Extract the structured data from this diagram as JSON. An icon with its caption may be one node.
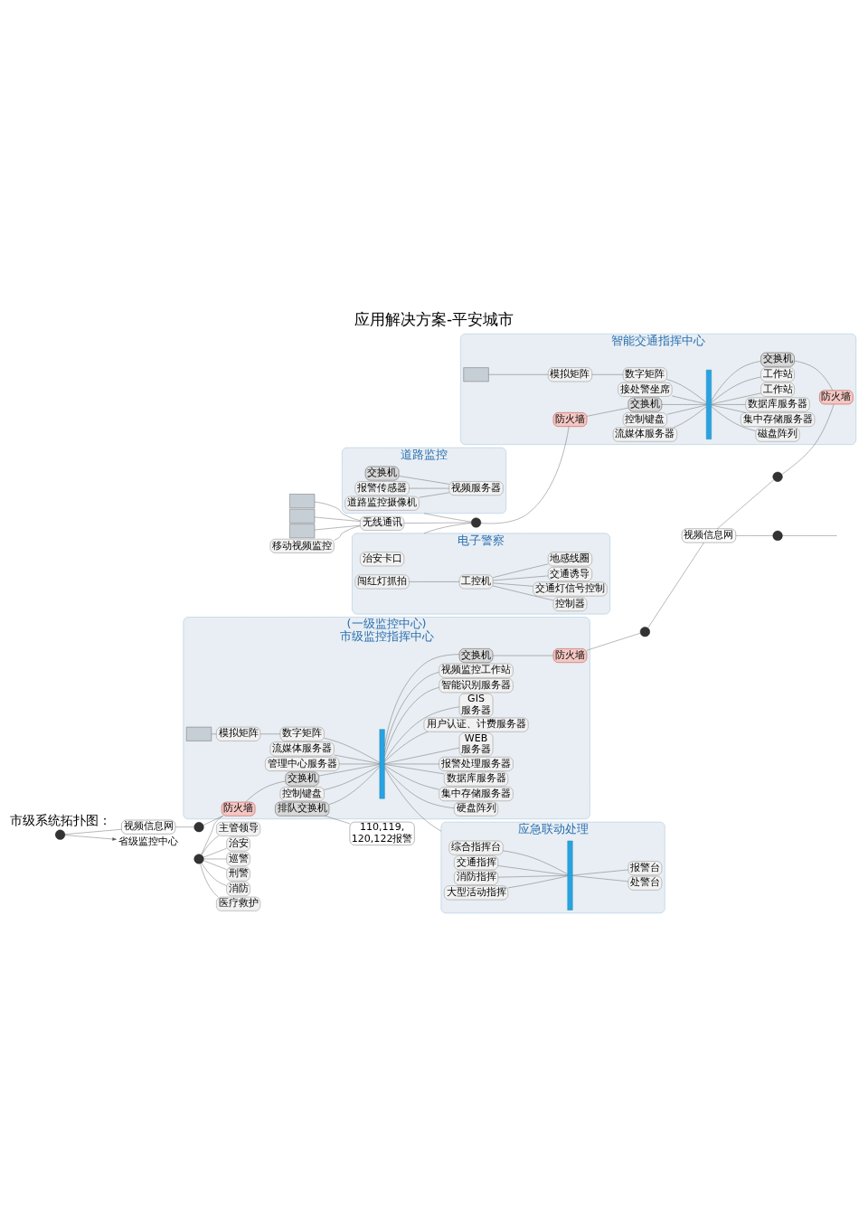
{
  "diagram": {
    "title": "应用解决方案-平安城市",
    "nodes": [
      {
        "text": [
          "(一级监控中心)",
          "市级监控指挥中心"
        ]
      },
      {
        "text": [
          "防火墙"
        ],
        "in": 0
      },
      {
        "text": [
          "交换机"
        ],
        "in": 0
      },
      {
        "text": [],
        "shape": "bar",
        "in": 0
      },
      {
        "text": [
          "流媒体服务器"
        ],
        "in": 0
      },
      {
        "text": [
          "管理中心服务器"
        ],
        "in": 0
      },
      {
        "text": [
          "数字矩阵"
        ],
        "in": 0
      },
      {
        "text": [
          "模拟矩阵"
        ],
        "in": 0
      },
      {
        "text": [],
        "shape": "box",
        "in": 0
      },
      {
        "text": [
          "控制键盘"
        ],
        "in": 0
      },
      {
        "text": [
          "排队交换机"
        ],
        "in": 0
      },
      {
        "text": [
          "硬盘阵列"
        ],
        "in": 0
      },
      {
        "text": [
          "集中存储服务器"
        ],
        "in": 0
      },
      {
        "text": [
          "数据库服务器"
        ],
        "in": 0
      },
      {
        "text": [
          "报警处理服务器"
        ],
        "in": 0
      },
      {
        "text": [
          "WEB 服务器"
        ],
        "in": 0
      },
      {
        "text": [
          "用户认证、计费服务器"
        ],
        "in": 0
      },
      {
        "text": [
          "GIS 服务器"
        ],
        "in": 0
      },
      {
        "text": [
          "智能识别服务器"
        ],
        "in": 0
      },
      {
        "text": [
          "视频监控工作站"
        ],
        "in": 0
      },
      {
        "text": [
          "交换机"
        ],
        "in": 0
      },
      {
        "text": [
          "防火墙"
        ],
        "in": 0
      },
      {
        "text": [
          "110,119, 120,122报警"
        ]
      },
      {
        "text": [
          "视频信息网"
        ]
      },
      {
        "text": [],
        "shape": "circle"
      },
      {
        "text": [],
        "shape": "circle"
      },
      {
        "text": [
          "省级监控中心"
        ]
      },
      {
        "text": [],
        "shape": "circle"
      },
      {
        "text": [
          "主管领导"
        ]
      },
      {
        "text": [
          "治安"
        ]
      },
      {
        "text": [
          "巡警"
        ]
      },
      {
        "text": [
          "刑警"
        ]
      },
      {
        "text": [
          "消防"
        ]
      },
      {
        "text": [
          "医疗救护"
        ]
      },
      {
        "text": [
          "应急联动处理"
        ]
      },
      {
        "text": [
          "综合指挥台"
        ],
        "in": 34
      },
      {
        "text": [
          "交通指挥"
        ],
        "in": 34
      },
      {
        "text": [
          "消防指挥"
        ],
        "in": 34
      },
      {
        "text": [
          "大型活动指挥"
        ],
        "in": 34
      },
      {
        "text": [],
        "shape": "bar",
        "in": 34
      },
      {
        "text": [
          "处警台"
        ],
        "in": 34
      },
      {
        "text": [
          "报警台"
        ],
        "in": 34
      },
      {
        "text": [
          "视频信息网"
        ]
      },
      {
        "text": [],
        "shape": "circle"
      },
      {
        "text": [],
        "shape": "circle"
      },
      {
        "text": [],
        "shape": "circle"
      },
      {
        "text": [
          "道路监控"
        ]
      },
      {
        "text": [
          "道路监控摄像机"
        ],
        "in": 46
      },
      {
        "text": [
          "交换机"
        ],
        "in": 46
      },
      {
        "text": [
          "视频服务器"
        ],
        "in": 46
      },
      {
        "text": [
          "报警传感器"
        ],
        "in": 46
      },
      {
        "text": [],
        "shape": "box"
      },
      {
        "text": [],
        "shape": "box"
      },
      {
        "text": [],
        "shape": "box"
      },
      {
        "text": [
          "移动视频监控"
        ]
      },
      {
        "text": [
          "无线通讯"
        ]
      },
      {
        "text": [],
        "shape": "circle"
      },
      {
        "text": [
          "电子警察"
        ]
      },
      {
        "text": [
          "治安卡口"
        ],
        "in": 57
      },
      {
        "text": [
          "工控机"
        ],
        "in": 57
      },
      {
        "text": [
          "闯红灯抓拍"
        ],
        "in": 57
      },
      {
        "text": [
          "控制器"
        ],
        "in": 57
      },
      {
        "text": [
          "交通灯信号控制"
        ],
        "in": 57
      },
      {
        "text": [
          "交通诱导"
        ],
        "in": 57
      },
      {
        "text": [
          "地感线圈"
        ],
        "in": 57
      },
      {
        "text": [
          "智能交通指挥中心"
        ]
      },
      {
        "text": [
          "防火墙"
        ],
        "in": 65
      },
      {
        "text": [
          "交换机"
        ],
        "in": 65
      },
      {
        "text": [],
        "shape": "bar",
        "in": 65
      },
      {
        "text": [
          "接处警坐席"
        ],
        "in": 65
      },
      {
        "text": [
          "数字矩阵"
        ],
        "in": 65
      },
      {
        "text": [
          "模拟矩阵"
        ],
        "in": 65
      },
      {
        "text": [],
        "shape": "box",
        "in": 65
      },
      {
        "text": [
          "控制键盘"
        ],
        "in": 65
      },
      {
        "text": [
          "流媒体服务器"
        ],
        "in": 65
      },
      {
        "text": [
          "磁盘阵列"
        ],
        "in": 65
      },
      {
        "text": [
          "集中存储服务器"
        ],
        "in": 65
      },
      {
        "text": [
          "数据库服务器"
        ],
        "in": 65
      },
      {
        "text": [
          "工作站"
        ],
        "in": 65
      },
      {
        "text": [
          "工作站"
        ],
        "in": 65
      },
      {
        "text": [
          "交换机"
        ],
        "in": 65
      },
      {
        "text": [
          "防火墙"
        ],
        "in": 65
      }
    ],
    "edges": [
      {
        "from": 24,
        "to": 26,
        "arrow": "to"
      },
      {
        "from": 24,
        "to": 23,
        "arrow": "none"
      },
      {
        "from": 23,
        "to": 25,
        "arrow": "none"
      },
      {
        "from": 25,
        "to": 1,
        "arrow": "none"
      },
      {
        "from": 27,
        "to": 1,
        "arrow": "none"
      },
      {
        "from": 27,
        "to": 28,
        "arrow": "none"
      },
      {
        "from": 27,
        "to": 29,
        "arrow": "none"
      },
      {
        "from": 27,
        "to": 30,
        "arrow": "none"
      },
      {
        "from": 27,
        "to": 31,
        "arrow": "none"
      },
      {
        "from": 27,
        "to": 32,
        "arrow": "none"
      },
      {
        "from": 27,
        "to": 33,
        "arrow": "none"
      },
      {
        "from": 1,
        "to": 2,
        "arrow": "none"
      },
      {
        "from": 2,
        "to": 3,
        "arrow": "none"
      },
      {
        "from": 4,
        "to": 3,
        "arrow": "none"
      },
      {
        "from": 5,
        "to": 3,
        "arrow": "none"
      },
      {
        "from": 6,
        "to": 3,
        "arrow": "none"
      },
      {
        "from": 7,
        "to": 6,
        "arrow": "none"
      },
      {
        "from": 8,
        "to": 7,
        "arrow": "none"
      },
      {
        "from": 9,
        "to": 3,
        "arrow": "none"
      },
      {
        "from": 10,
        "to": 3,
        "arrow": "none"
      },
      {
        "from": 3,
        "to": 11,
        "arrow": "none"
      },
      {
        "from": 3,
        "to": 12,
        "arrow": "none"
      },
      {
        "from": 3,
        "to": 13,
        "arrow": "none"
      },
      {
        "from": 3,
        "to": 14,
        "arrow": "none"
      },
      {
        "from": 3,
        "to": 15,
        "arrow": "none"
      },
      {
        "from": 3,
        "to": 16,
        "arrow": "none"
      },
      {
        "from": 3,
        "to": 17,
        "arrow": "none"
      },
      {
        "from": 3,
        "to": 18,
        "arrow": "none"
      },
      {
        "from": 3,
        "to": 19,
        "arrow": "none"
      },
      {
        "from": 3,
        "to": 20,
        "arrow": "none"
      },
      {
        "from": 20,
        "to": 21,
        "arrow": "none"
      },
      {
        "from": 10,
        "to": 22,
        "arrow": "none"
      },
      {
        "from": 3,
        "to": 34,
        "arrow": "none"
      },
      {
        "from": 35,
        "to": 39,
        "arrow": "none"
      },
      {
        "from": 36,
        "to": 39,
        "arrow": "none"
      },
      {
        "from": 37,
        "to": 39,
        "arrow": "none"
      },
      {
        "from": 38,
        "to": 39,
        "arrow": "none"
      },
      {
        "from": 39,
        "to": 40,
        "arrow": "none"
      },
      {
        "from": 39,
        "to": 41,
        "arrow": "none"
      },
      {
        "from": 21,
        "to": 43,
        "arrow": "none"
      },
      {
        "from": 43,
        "to": 42,
        "arrow": "none"
      },
      {
        "from": 42,
        "to": 44,
        "arrow": "none"
      },
      {
        "from": 42,
        "to": 45,
        "arrow": "none"
      },
      {
        "from": 44,
        "to": null,
        "arrow": "none"
      },
      {
        "from": 45,
        "to": 81,
        "arrow": "none"
      },
      {
        "from": 47,
        "to": 49,
        "arrow": "none"
      },
      {
        "from": 48,
        "to": 49,
        "arrow": "none"
      },
      {
        "from": 50,
        "to": 49,
        "arrow": "none"
      },
      {
        "from": 51,
        "to": 55,
        "arrow": "none"
      },
      {
        "from": 52,
        "to": 55,
        "arrow": "none"
      },
      {
        "from": 53,
        "to": 55,
        "arrow": "none"
      },
      {
        "from": 54,
        "to": 55,
        "arrow": "none"
      },
      {
        "from": 46,
        "to": 56,
        "arrow": "none"
      },
      {
        "from": 55,
        "to": 56,
        "arrow": "none"
      },
      {
        "from": 57,
        "to": 56,
        "arrow": "none"
      },
      {
        "from": 56,
        "to": 66,
        "arrow": "none"
      },
      {
        "from": 60,
        "to": 59,
        "arrow": "none"
      },
      {
        "from": 59,
        "to": 61,
        "arrow": "none"
      },
      {
        "from": 59,
        "to": 62,
        "arrow": "none"
      },
      {
        "from": 59,
        "to": 63,
        "arrow": "none"
      },
      {
        "from": 59,
        "to": 64,
        "arrow": "none"
      },
      {
        "from": 66,
        "to": 67,
        "arrow": "none"
      },
      {
        "from": 67,
        "to": 68,
        "arrow": "none"
      },
      {
        "from": 69,
        "to": 68,
        "arrow": "none"
      },
      {
        "from": 70,
        "to": 68,
        "arrow": "none"
      },
      {
        "from": 71,
        "to": 70,
        "arrow": "none"
      },
      {
        "from": 72,
        "to": 71,
        "arrow": "none"
      },
      {
        "from": 73,
        "to": 68,
        "arrow": "none"
      },
      {
        "from": 74,
        "to": 68,
        "arrow": "none"
      },
      {
        "from": 68,
        "to": 75,
        "arrow": "none"
      },
      {
        "from": 68,
        "to": 76,
        "arrow": "none"
      },
      {
        "from": 68,
        "to": 77,
        "arrow": "none"
      },
      {
        "from": 68,
        "to": 78,
        "arrow": "none"
      },
      {
        "from": 68,
        "to": 79,
        "arrow": "none"
      },
      {
        "from": 68,
        "to": 80,
        "arrow": "none"
      },
      {
        "from": 80,
        "to": 81,
        "arrow": "none"
      }
    ],
    "labels": [
      "市级系统拓扑图："
    ]
  }
}
